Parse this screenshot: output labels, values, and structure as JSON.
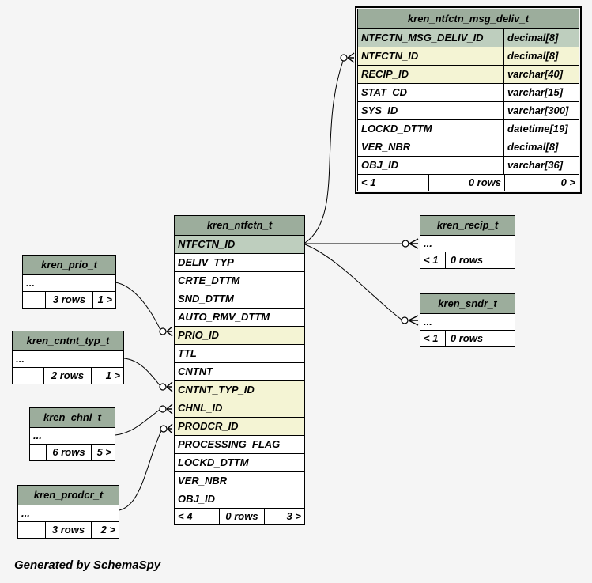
{
  "page": {
    "generated_by": "Generated by SchemaSpy"
  },
  "colors": {
    "page_bg": "#f5f5f5",
    "header_bg": "#9cad9c",
    "pk_bg": "#becebe",
    "fk_bg": "#f4f4d4",
    "row_bg": "#ffffff",
    "border": "#000000"
  },
  "tables": {
    "msg_deliv": {
      "title": "kren_ntfctn_msg_deliv_t",
      "columns": [
        {
          "name": "NTFCTN_MSG_DELIV_ID",
          "type": "decimal[8]"
        },
        {
          "name": "NTFCTN_ID",
          "type": "decimal[8]"
        },
        {
          "name": "RECIP_ID",
          "type": "varchar[40]"
        },
        {
          "name": "STAT_CD",
          "type": "varchar[15]"
        },
        {
          "name": "SYS_ID",
          "type": "varchar[300]"
        },
        {
          "name": "LOCKD_DTTM",
          "type": "datetime[19]"
        },
        {
          "name": "VER_NBR",
          "type": "decimal[8]"
        },
        {
          "name": "OBJ_ID",
          "type": "varchar[36]"
        }
      ],
      "footer": {
        "left": "< 1",
        "center": "0 rows",
        "right": "0 >"
      }
    },
    "ntfctn": {
      "title": "kren_ntfctn_t",
      "columns": [
        {
          "name": "NTFCTN_ID"
        },
        {
          "name": "DELIV_TYP"
        },
        {
          "name": "CRTE_DTTM"
        },
        {
          "name": "SND_DTTM"
        },
        {
          "name": "AUTO_RMV_DTTM"
        },
        {
          "name": "PRIO_ID"
        },
        {
          "name": "TTL"
        },
        {
          "name": "CNTNT"
        },
        {
          "name": "CNTNT_TYP_ID"
        },
        {
          "name": "CHNL_ID"
        },
        {
          "name": "PRODCR_ID"
        },
        {
          "name": "PROCESSING_FLAG"
        },
        {
          "name": "LOCKD_DTTM"
        },
        {
          "name": "VER_NBR"
        },
        {
          "name": "OBJ_ID"
        }
      ],
      "footer": {
        "left": "< 4",
        "center": "0 rows",
        "right": "3 >"
      }
    },
    "recip": {
      "title": "kren_recip_t",
      "ellipsis": "...",
      "footer": {
        "left": "< 1",
        "center": "0 rows",
        "right": ""
      }
    },
    "sndr": {
      "title": "kren_sndr_t",
      "ellipsis": "...",
      "footer": {
        "left": "< 1",
        "center": "0 rows",
        "right": ""
      }
    },
    "prio": {
      "title": "kren_prio_t",
      "ellipsis": "...",
      "footer": {
        "left": "",
        "center": "3 rows",
        "right": "1 >"
      }
    },
    "cntnt_typ": {
      "title": "kren_cntnt_typ_t",
      "ellipsis": "...",
      "footer": {
        "left": "",
        "center": "2 rows",
        "right": "1 >"
      }
    },
    "chnl": {
      "title": "kren_chnl_t",
      "ellipsis": "...",
      "footer": {
        "left": "",
        "center": "6 rows",
        "right": "5 >"
      }
    },
    "prodcr": {
      "title": "kren_prodcr_t",
      "ellipsis": "...",
      "footer": {
        "left": "",
        "center": "3 rows",
        "right": "2 >"
      }
    }
  },
  "relationships": [
    {
      "from": "kren_ntfctn_msg_deliv_t.NTFCTN_ID",
      "to": "kren_ntfctn_t.NTFCTN_ID",
      "cardinality": "zero-or-many"
    },
    {
      "from": "kren_recip_t",
      "to": "kren_ntfctn_t.NTFCTN_ID",
      "cardinality": "zero-or-many"
    },
    {
      "from": "kren_sndr_t",
      "to": "kren_ntfctn_t.NTFCTN_ID",
      "cardinality": "zero-or-many"
    },
    {
      "from": "kren_ntfctn_t.PRIO_ID",
      "to": "kren_prio_t",
      "cardinality": "zero-or-many"
    },
    {
      "from": "kren_ntfctn_t.CNTNT_TYP_ID",
      "to": "kren_cntnt_typ_t",
      "cardinality": "zero-or-many"
    },
    {
      "from": "kren_ntfctn_t.CHNL_ID",
      "to": "kren_chnl_t",
      "cardinality": "zero-or-many"
    },
    {
      "from": "kren_ntfctn_t.PRODCR_ID",
      "to": "kren_prodcr_t",
      "cardinality": "zero-or-many"
    }
  ]
}
